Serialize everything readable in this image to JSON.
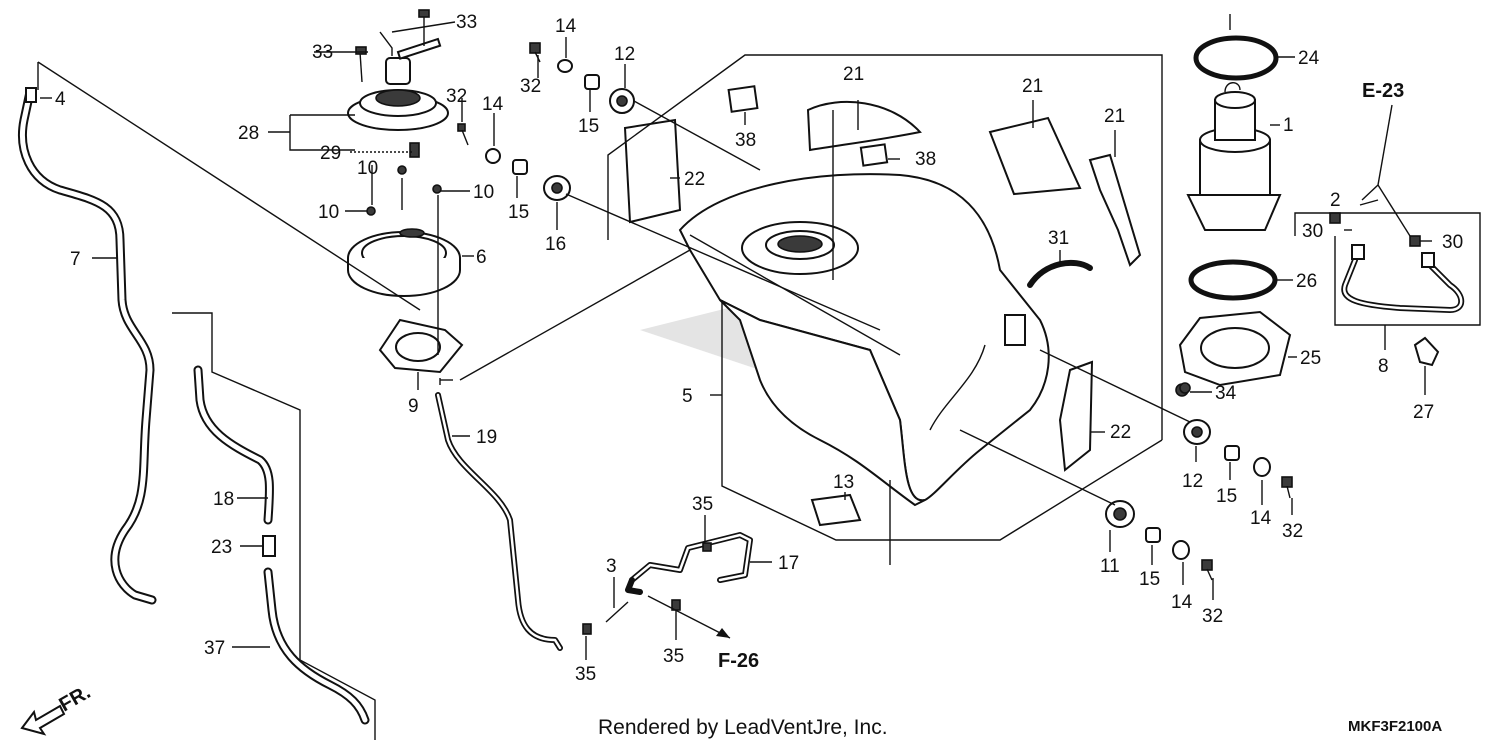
{
  "diagram": {
    "callouts": [
      {
        "id": "c1",
        "label": "1"
      },
      {
        "id": "c2",
        "label": "2"
      },
      {
        "id": "c3",
        "label": "3"
      },
      {
        "id": "c4",
        "label": "4"
      },
      {
        "id": "c5",
        "label": "5"
      },
      {
        "id": "c6",
        "label": "6"
      },
      {
        "id": "c7",
        "label": "7"
      },
      {
        "id": "c8",
        "label": "8"
      },
      {
        "id": "c9",
        "label": "9"
      },
      {
        "id": "c10a",
        "label": "10"
      },
      {
        "id": "c10b",
        "label": "10"
      },
      {
        "id": "c10c",
        "label": "10"
      },
      {
        "id": "c11",
        "label": "11"
      },
      {
        "id": "c12a",
        "label": "12"
      },
      {
        "id": "c12b",
        "label": "12"
      },
      {
        "id": "c13",
        "label": "13"
      },
      {
        "id": "c14a",
        "label": "14"
      },
      {
        "id": "c14b",
        "label": "14"
      },
      {
        "id": "c14c",
        "label": "14"
      },
      {
        "id": "c14d",
        "label": "14"
      },
      {
        "id": "c15a",
        "label": "15"
      },
      {
        "id": "c15b",
        "label": "15"
      },
      {
        "id": "c15c",
        "label": "15"
      },
      {
        "id": "c15d",
        "label": "15"
      },
      {
        "id": "c16",
        "label": "16"
      },
      {
        "id": "c17",
        "label": "17"
      },
      {
        "id": "c18",
        "label": "18"
      },
      {
        "id": "c19",
        "label": "19"
      },
      {
        "id": "c21a",
        "label": "21"
      },
      {
        "id": "c21b",
        "label": "21"
      },
      {
        "id": "c21c",
        "label": "21"
      },
      {
        "id": "c22a",
        "label": "22"
      },
      {
        "id": "c22b",
        "label": "22"
      },
      {
        "id": "c23",
        "label": "23"
      },
      {
        "id": "c24",
        "label": "24"
      },
      {
        "id": "c25",
        "label": "25"
      },
      {
        "id": "c26",
        "label": "26"
      },
      {
        "id": "c27",
        "label": "27"
      },
      {
        "id": "c28",
        "label": "28"
      },
      {
        "id": "c29",
        "label": "29"
      },
      {
        "id": "c30a",
        "label": "30"
      },
      {
        "id": "c30b",
        "label": "30"
      },
      {
        "id": "c31",
        "label": "31"
      },
      {
        "id": "c32a",
        "label": "32"
      },
      {
        "id": "c32b",
        "label": "32"
      },
      {
        "id": "c32c",
        "label": "32"
      },
      {
        "id": "c32d",
        "label": "32"
      },
      {
        "id": "c33a",
        "label": "33"
      },
      {
        "id": "c33b",
        "label": "33"
      },
      {
        "id": "c34",
        "label": "34"
      },
      {
        "id": "c35a",
        "label": "35"
      },
      {
        "id": "c35b",
        "label": "35"
      },
      {
        "id": "c35c",
        "label": "35"
      },
      {
        "id": "c37",
        "label": "37"
      },
      {
        "id": "c38a",
        "label": "38"
      },
      {
        "id": "c38b",
        "label": "38"
      }
    ],
    "references": {
      "e23": "E-23",
      "f26": "F-26"
    },
    "front_label": "FR.",
    "credit": "Rendered by LeadVentJre, Inc.",
    "diagram_code": "MKF3F2100A"
  }
}
